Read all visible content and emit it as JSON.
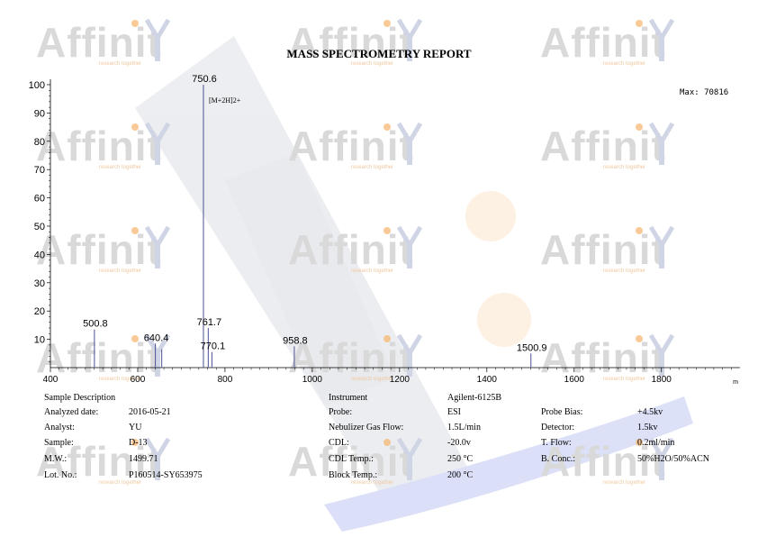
{
  "report_title": "MASS SPECTROMETRY REPORT",
  "watermark": {
    "word": "Affinit",
    "tagline": "research together"
  },
  "chart_data": {
    "type": "bar",
    "title": "",
    "xlabel": "",
    "ylabel": "",
    "xlim": [
      400,
      1980
    ],
    "ylim": [
      0,
      100
    ],
    "x_ticks": [
      400,
      600,
      800,
      1000,
      1200,
      1400,
      1600,
      1800
    ],
    "y_ticks": [
      10,
      20,
      30,
      40,
      50,
      60,
      70,
      80,
      90,
      100
    ],
    "x_axis_end_label": "m",
    "max_label": "Max: 70816",
    "peaks": [
      {
        "x": 500.8,
        "y": 13.5,
        "label": "500.8"
      },
      {
        "x": 640.4,
        "y": 8.5,
        "label": "640.4"
      },
      {
        "x": 655.0,
        "y": 6.5,
        "label": ""
      },
      {
        "x": 750.6,
        "y": 100,
        "label": "750.6"
      },
      {
        "x": 761.7,
        "y": 14.0,
        "label": "761.7"
      },
      {
        "x": 770.1,
        "y": 5.5,
        "label": "770.1"
      },
      {
        "x": 958.8,
        "y": 7.5,
        "label": "958.8"
      },
      {
        "x": 1500.9,
        "y": 5.0,
        "label": "1500.9"
      }
    ],
    "annotations": [
      {
        "x": 750.6,
        "text": "[M+2H]2+"
      }
    ],
    "colors": {
      "line": "#5b5f9c",
      "axis": "#000000"
    }
  },
  "info": {
    "sample_description_label": "Sample Description",
    "instrument_label": "Instrument",
    "instrument_value": "Agilent-6125B",
    "left": [
      {
        "label": "Analyzed date:",
        "value": "2016-05-21"
      },
      {
        "label": "Analyst:",
        "value": "YU"
      },
      {
        "label": "Sample:",
        "value": "D-13"
      },
      {
        "label": "M.W.:",
        "value": "1499.71"
      },
      {
        "label": "Lot. No.:",
        "value": "P160514-SY653975"
      }
    ],
    "middle": [
      {
        "label": "Probe:",
        "value": "ESI"
      },
      {
        "label": "Nebulizer Gas Flow:",
        "value": "1.5L/min"
      },
      {
        "label": "CDL:",
        "value": "-20.0v"
      },
      {
        "label": "CDL Temp.:",
        "value": "250 °C"
      },
      {
        "label": "Block Temp.:",
        "value": "200 °C"
      }
    ],
    "right": [
      {
        "label": "Probe Bias:",
        "value": "+4.5kv"
      },
      {
        "label": "Detector:",
        "value": "1.5kv"
      },
      {
        "label": "T. Flow:",
        "value": "0.2ml/min"
      },
      {
        "label": "B. Conc.:",
        "value": "50%H2O/50%ACN"
      }
    ]
  }
}
